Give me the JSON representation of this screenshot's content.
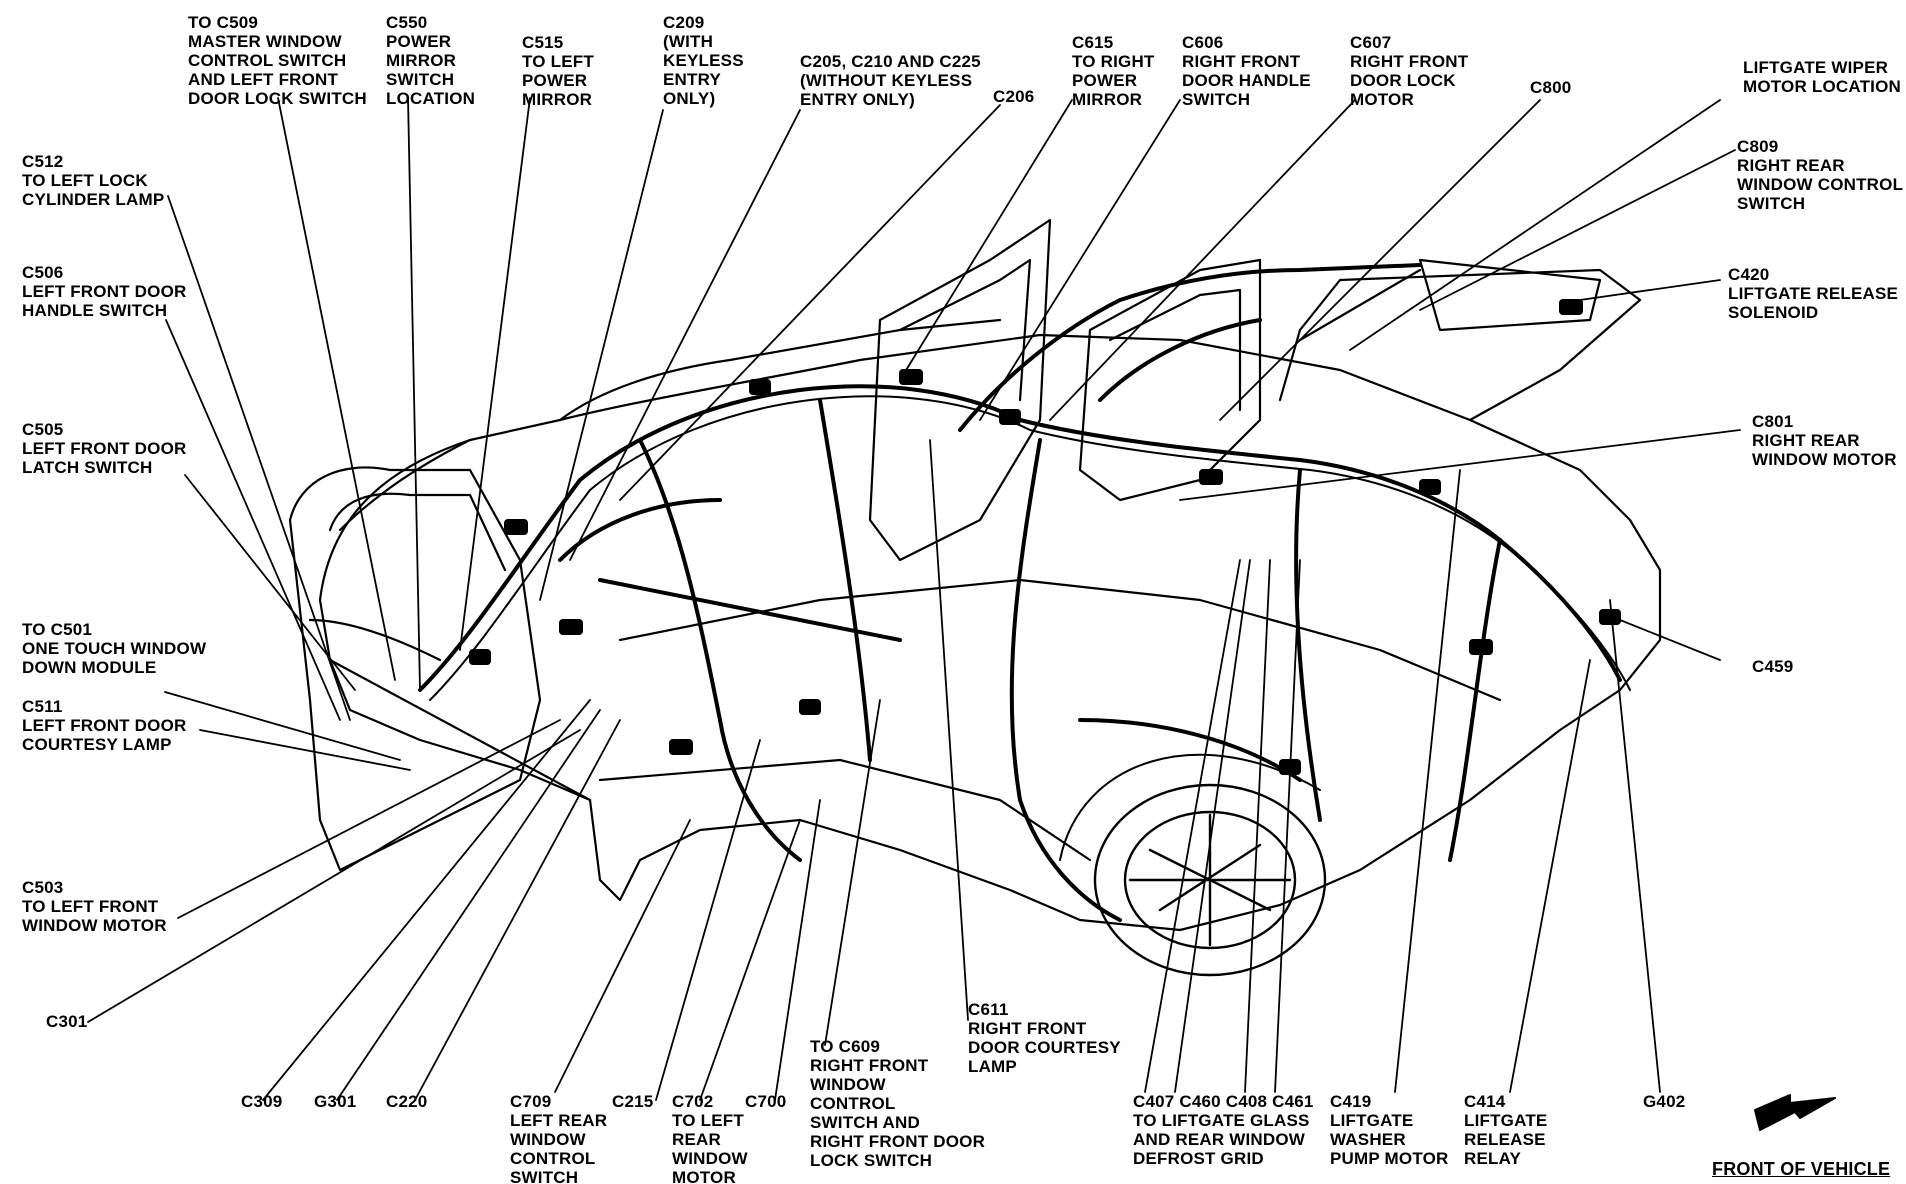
{
  "labels": {
    "c509": [
      "TO C509",
      "MASTER WINDOW",
      "CONTROL SWITCH",
      "AND LEFT FRONT",
      "DOOR LOCK SWITCH"
    ],
    "c550": [
      "C550",
      "POWER",
      "MIRROR",
      "SWITCH",
      "LOCATION"
    ],
    "c515": [
      "C515",
      "TO LEFT",
      "POWER",
      "MIRROR"
    ],
    "c209": [
      "C209",
      "(WITH",
      "KEYLESS",
      "ENTRY",
      "ONLY)"
    ],
    "c205": [
      "C205, C210 AND C225",
      "(WITHOUT KEYLESS",
      "ENTRY ONLY)"
    ],
    "c206": [
      "C206"
    ],
    "c615": [
      "C615",
      "TO RIGHT",
      "POWER",
      "MIRROR"
    ],
    "c606": [
      "C606",
      "RIGHT FRONT",
      "DOOR HANDLE",
      "SWITCH"
    ],
    "c607": [
      "C607",
      "RIGHT FRONT",
      "DOOR LOCK",
      "MOTOR"
    ],
    "c800": [
      "C800"
    ],
    "liftgate_wiper": [
      "LIFTGATE WIPER",
      "MOTOR LOCATION"
    ],
    "c809": [
      "C809",
      "RIGHT REAR",
      "WINDOW CONTROL",
      "SWITCH"
    ],
    "c420": [
      "C420",
      "LIFTGATE RELEASE",
      "SOLENOID"
    ],
    "c801": [
      "C801",
      "RIGHT REAR",
      "WINDOW MOTOR"
    ],
    "c459": [
      "C459"
    ],
    "c512": [
      "C512",
      "TO LEFT LOCK",
      "CYLINDER LAMP"
    ],
    "c506": [
      "C506",
      "LEFT FRONT DOOR",
      "HANDLE SWITCH"
    ],
    "c505": [
      "C505",
      "LEFT FRONT DOOR",
      "LATCH SWITCH"
    ],
    "c501": [
      "TO C501",
      "ONE TOUCH WINDOW",
      "DOWN MODULE"
    ],
    "c511": [
      "C511",
      "LEFT FRONT DOOR",
      "COURTESY LAMP"
    ],
    "c503": [
      "C503",
      "TO LEFT FRONT",
      "WINDOW MOTOR"
    ],
    "c301": [
      "C301"
    ],
    "c309": [
      "C309"
    ],
    "g301": [
      "G301"
    ],
    "c220": [
      "C220"
    ],
    "c709": [
      "C709",
      "LEFT REAR",
      "WINDOW",
      "CONTROL",
      "SWITCH"
    ],
    "c215": [
      "C215"
    ],
    "c702": [
      "C702",
      "TO LEFT",
      "REAR",
      "WINDOW",
      "MOTOR"
    ],
    "c700": [
      "C700"
    ],
    "c609": [
      "TO C609",
      "RIGHT FRONT",
      "WINDOW",
      "CONTROL",
      "SWITCH AND",
      "RIGHT FRONT DOOR",
      "LOCK SWITCH"
    ],
    "c611": [
      "C611",
      "RIGHT FRONT",
      "DOOR COURTESY",
      "LAMP"
    ],
    "c407": [
      "C407 C460 C408 C461",
      "TO LIFTGATE GLASS",
      "AND REAR WINDOW",
      "DEFROST GRID"
    ],
    "c419": [
      "C419",
      "LIFTGATE",
      "WASHER",
      "PUMP MOTOR"
    ],
    "c414": [
      "C414",
      "LIFTGATE",
      "RELEASE",
      "RELAY"
    ],
    "g402": [
      "G402"
    ],
    "front_of_vehicle": [
      "FRONT OF VEHICLE"
    ]
  },
  "icons": {
    "front_arrow": "front-of-vehicle-arrow-icon"
  },
  "colors": {
    "ink": "#000000",
    "paper": "#ffffff"
  }
}
